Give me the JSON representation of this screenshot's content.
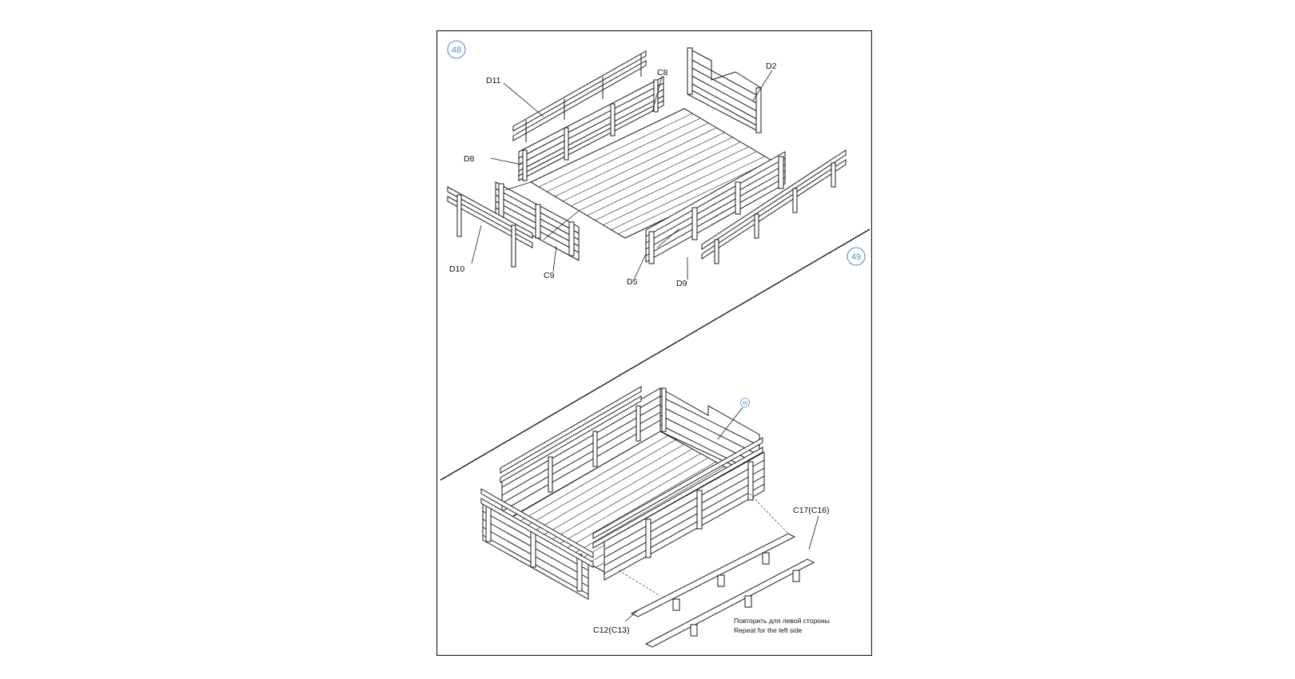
{
  "steps": [
    {
      "number": "48"
    },
    {
      "number": "49"
    }
  ],
  "parts_step_48": {
    "d11": "D11",
    "c8": "C8",
    "d2": "D2",
    "d8": "D8",
    "d10": "D10",
    "c9": "C9",
    "d5": "D5",
    "d9": "D9"
  },
  "parts_step_49": {
    "ref_step": "48",
    "c17": "C17(C16)",
    "c12": "C12(C13)"
  },
  "note": {
    "line1": "Повторить для левой стороны",
    "line2": "Repeat for the left side"
  },
  "colors": {
    "line": "#1a1a1a",
    "fill": "#ffffff",
    "accent": "#4a90d9"
  }
}
